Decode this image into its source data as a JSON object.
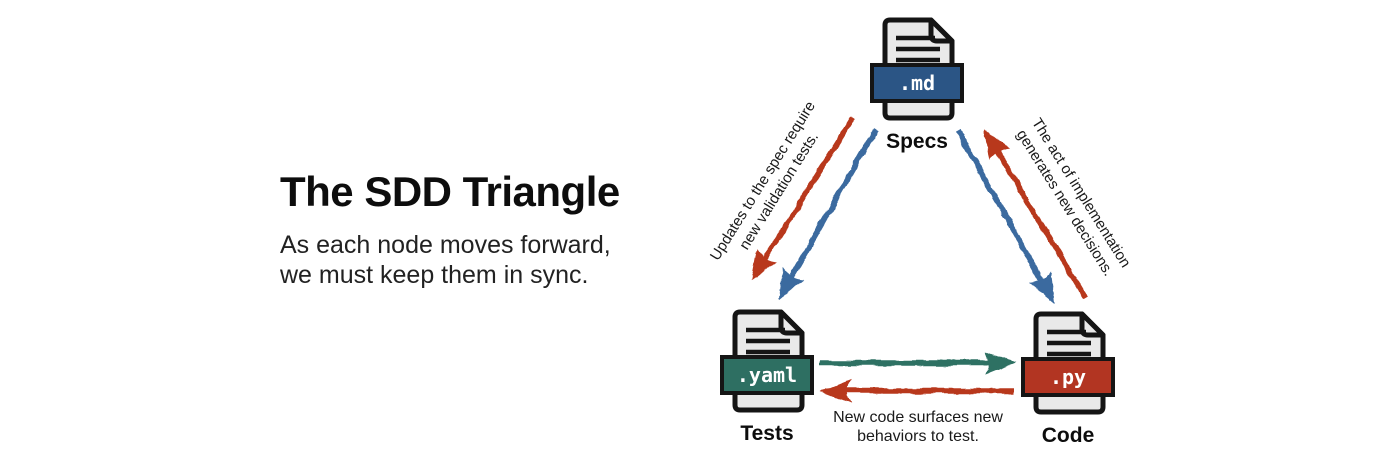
{
  "intro": {
    "title": "The SDD Triangle",
    "subtitle_line1": "As each node moves forward,",
    "subtitle_line2": "we must keep them in sync."
  },
  "nodes": [
    {
      "ext": ".md",
      "label": "Specs"
    },
    {
      "ext": ".yaml",
      "label": "Tests"
    },
    {
      "ext": ".py",
      "label": "Code"
    }
  ],
  "edge_labels": {
    "specs_tests": {
      "line1": "Updates to the spec require",
      "line2": "new validation tests."
    },
    "specs_code": {
      "line1": "The act of implementation",
      "line2": "generates new decisions."
    },
    "tests_code": {
      "line1": "New code surfaces new",
      "line2": "behaviors to test."
    }
  },
  "icons": {
    "document_icon": "file-with-folded-corner",
    "arrow_icon": "hand-drawn-arrow"
  },
  "colors": {
    "arrow_blue": "#3a6b9f",
    "arrow_red": "#b8381f",
    "arrow_teal": "#2f7164",
    "specs_banner": "#2b5585",
    "tests_banner": "#2e6f62",
    "code_banner": "#b23522",
    "ink": "#151515",
    "doc_fill": "#e9e9e9"
  }
}
